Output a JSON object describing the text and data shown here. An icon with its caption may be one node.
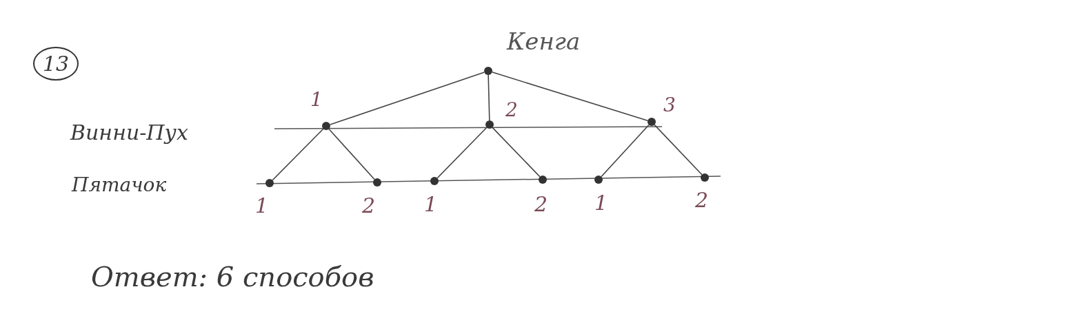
{
  "diagram": {
    "nodes": [
      {
        "text": [],
        "shape": "circle",
        "beside": [
          "Кенга"
        ]
      },
      {
        "text": [],
        "shape": "circle",
        "beside": [
          "1"
        ]
      },
      {
        "text": [],
        "shape": "circle",
        "beside": [
          "2"
        ]
      },
      {
        "text": [],
        "shape": "circle",
        "beside": [
          "3"
        ]
      },
      {
        "text": [],
        "shape": "circle",
        "beside": [
          "1"
        ]
      },
      {
        "text": [],
        "shape": "circle",
        "beside": [
          "2"
        ]
      },
      {
        "text": [],
        "shape": "circle",
        "beside": [
          "1"
        ]
      },
      {
        "text": [],
        "shape": "circle",
        "beside": [
          "2"
        ]
      },
      {
        "text": [],
        "shape": "circle",
        "beside": [
          "1"
        ]
      },
      {
        "text": [],
        "shape": "circle",
        "beside": [
          "2"
        ]
      }
    ],
    "edges": [
      {
        "from": 0,
        "to": 1,
        "arrow": "none"
      },
      {
        "from": 0,
        "to": 2,
        "arrow": "none"
      },
      {
        "from": 0,
        "to": 3,
        "arrow": "none"
      },
      {
        "from": 1,
        "to": 4,
        "arrow": "none"
      },
      {
        "from": 1,
        "to": 5,
        "arrow": "none"
      },
      {
        "from": 2,
        "to": 6,
        "arrow": "none"
      },
      {
        "from": 2,
        "to": 7,
        "arrow": "none"
      },
      {
        "from": 3,
        "to": 8,
        "arrow": "none"
      },
      {
        "from": 3,
        "to": 9,
        "arrow": "none"
      }
    ],
    "labels": [
      "13",
      "Винни-Пух",
      "Пятачок",
      "Ответ: 6 способов"
    ]
  }
}
